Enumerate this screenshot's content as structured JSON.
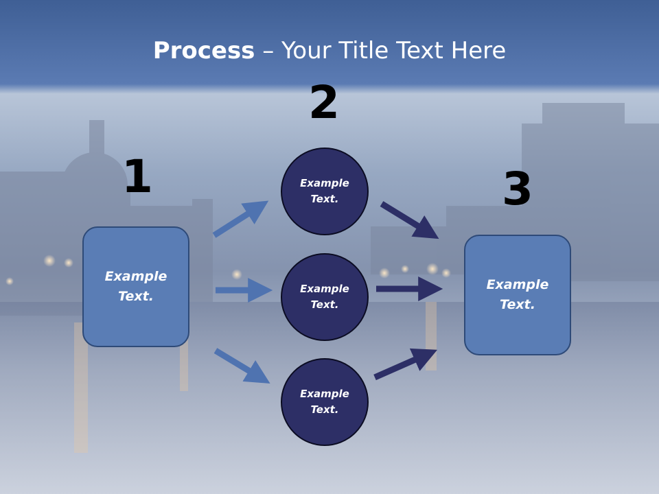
{
  "slide": {
    "title_bold": "Process",
    "title_rest": " – Your Title Text Here",
    "colors": {
      "box_fill": "#5a7db5",
      "circle_fill": "#2d2f66",
      "arrow_light": "#4f73b0",
      "arrow_dark": "#2d2f66"
    }
  },
  "steps": [
    {
      "number": "1",
      "text": "Example\nText."
    },
    {
      "number": "2"
    },
    {
      "number": "3",
      "text": "Example\nText."
    }
  ],
  "circles": [
    {
      "text": "Example\nText."
    },
    {
      "text": "Example\nText."
    },
    {
      "text": "Example\nText."
    }
  ]
}
